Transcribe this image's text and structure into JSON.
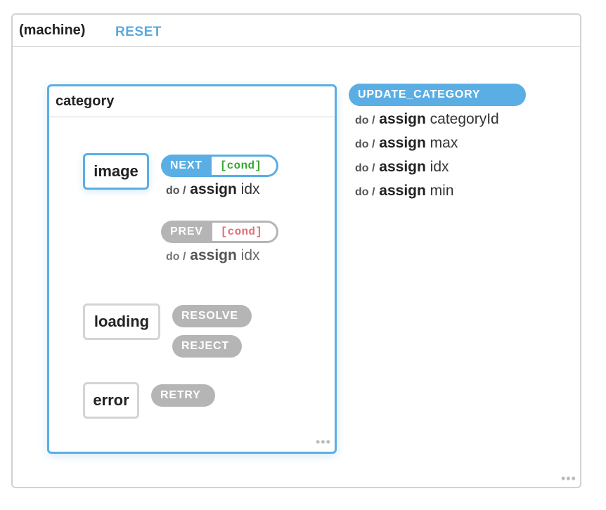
{
  "machine": {
    "title": "(machine)",
    "reset_label": "RESET",
    "more": "•••"
  },
  "category": {
    "title": "category",
    "more": "•••"
  },
  "states": {
    "image": "image",
    "loading": "loading",
    "error": "error"
  },
  "events": {
    "update_category": {
      "name": "UPDATE_CATEGORY",
      "actions": [
        {
          "do": "do /",
          "kw": "assign",
          "arg": "categoryId"
        },
        {
          "do": "do /",
          "kw": "assign",
          "arg": "max"
        },
        {
          "do": "do /",
          "kw": "assign",
          "arg": "idx"
        },
        {
          "do": "do /",
          "kw": "assign",
          "arg": "min"
        }
      ]
    },
    "next": {
      "name": "NEXT",
      "cond": "[cond]",
      "action": {
        "do": "do /",
        "kw": "assign",
        "arg": "idx"
      }
    },
    "prev": {
      "name": "PREV",
      "cond": "[cond]",
      "action": {
        "do": "do /",
        "kw": "assign",
        "arg": "idx"
      }
    },
    "resolve": {
      "name": "RESOLVE"
    },
    "reject": {
      "name": "REJECT"
    },
    "retry": {
      "name": "RETRY"
    }
  },
  "colors": {
    "active": "#5aaee4",
    "inactive": "#b5b5b5",
    "edge": "#c8c8c8",
    "cond_pass": "#3aa834",
    "cond_fail": "#e0707a"
  }
}
